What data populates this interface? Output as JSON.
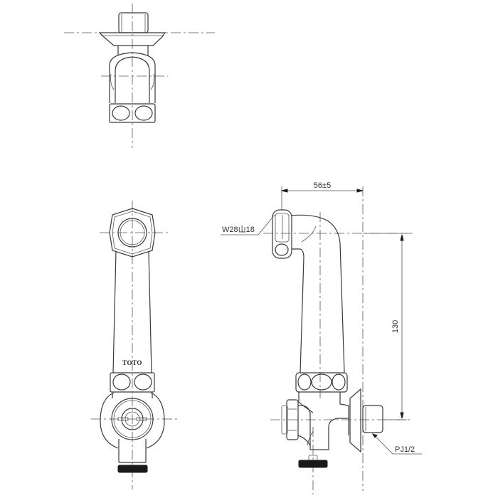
{
  "drawing": {
    "type": "technical-drawing",
    "subject": "faucet supply valve elbow",
    "views": [
      {
        "name": "top-view"
      },
      {
        "name": "front-view"
      },
      {
        "name": "side-view"
      }
    ],
    "brand_mark": "TOTO",
    "dimensions": {
      "horizontal_offset": "56±5",
      "vertical_height": "130"
    },
    "callouts": {
      "top_thread": "W28山18",
      "bottom_thread": "PJ1/2"
    },
    "colors": {
      "line": "#3a3a3a",
      "background": "#ffffff",
      "fill_solid": "#1a1a1a"
    }
  }
}
